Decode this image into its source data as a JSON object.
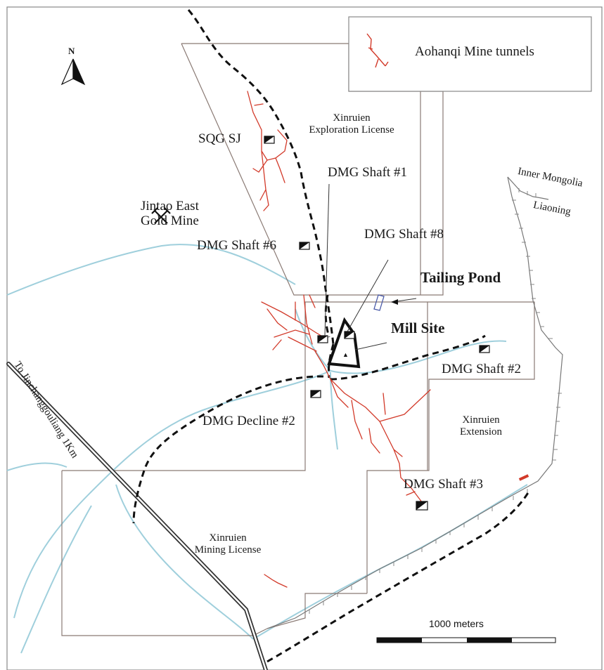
{
  "legend": {
    "tunnels_label": "Aohanqi Mine tunnels"
  },
  "north": {
    "label": "N"
  },
  "labels": {
    "exploration_license": [
      "Xinruien",
      "Exploration License"
    ],
    "extension": [
      "Xinruien",
      "Extension"
    ],
    "mining_license": [
      "Xinruien",
      "Mining License"
    ],
    "jintao": [
      "Jintao East",
      "Gold Mine"
    ],
    "sqg": "SQG SJ",
    "dmg_shaft_1": "DMG Shaft #1",
    "dmg_shaft_8": "DMG Shaft #8",
    "dmg_shaft_6": "DMG Shaft #6",
    "dmg_shaft_2": "DMG Shaft #2",
    "dmg_shaft_3": "DMG Shaft #3",
    "dmg_decline_2": "DMG Decline #2",
    "tailing_pond": "Tailing Pond",
    "mill_site": "Mill Site",
    "inner_mongolia": "Inner Mongolia",
    "liaoning": "Liaoning",
    "road": "To Jinchanggouliang 1Km"
  },
  "scale": {
    "label": "1000 meters"
  },
  "colors": {
    "tunnels": "#d23a2a",
    "river": "#8fc8d8",
    "boundary": "#8a7a74",
    "border": "#777777",
    "road": "#333333"
  }
}
